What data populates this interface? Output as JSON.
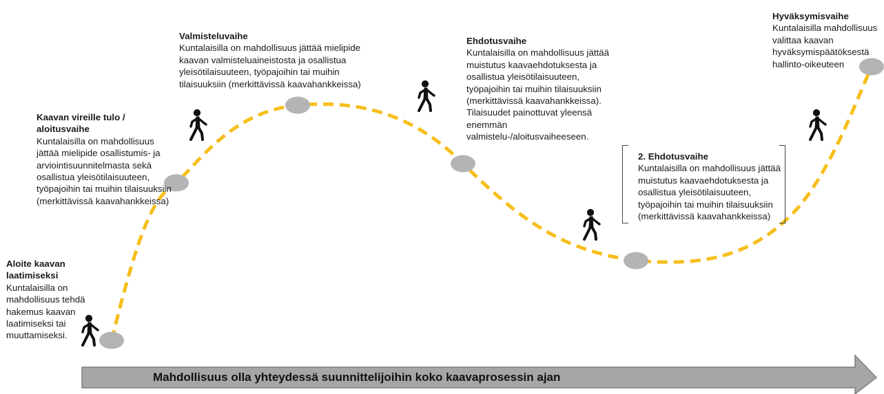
{
  "colors": {
    "path": "#F7BE1C",
    "milestone": "#B4B4B4",
    "arrow_fill": "#A6A6A6",
    "arrow_stroke": "#7F7F7F",
    "walker": "#111111"
  },
  "icons": {
    "milestone": "milestone-circle",
    "person": "walking-person-icon"
  },
  "phases": [
    {
      "title": "Aloite kaavan laatimiseksi",
      "description": "Kuntalaisilla on mahdollisuus tehdä hakemus kaavan laatimiseksi tai muuttamiseksi."
    },
    {
      "title": "Kaavan vireille tulo / aloitusvaihe",
      "description": "Kuntalaisilla on mahdollisuus jättää mielipide osallistumis- ja arviointisuunnitelmasta sekä osallistua yleisötilaisuuteen, työpajoihin tai muihin tilaisuuksiin (merkittävissä kaavahankkeissa)"
    },
    {
      "title": "Valmisteluvaihe",
      "description": "Kuntalaisilla on mahdollisuus jättää mielipide kaavan valmisteluaineistosta ja osallistua yleisötilaisuuteen, työpajoihin tai muihin tilaisuuksiin (merkittävissä kaavahankkeissa)"
    },
    {
      "title": "Ehdotusvaihe",
      "description": "Kuntalaisilla on mahdollisuus jättää muistutus kaavaehdotuksesta ja osallistua yleisötilaisuuteen, työpajoihin tai muihin tilaisuuksiin (merkittävissä kaavahankkeissa). Tilaisuudet painottuvat yleensä enemmän valmistelu-/aloitusvaiheeseen."
    },
    {
      "title": "2. Ehdotusvaihe",
      "description": "Kuntalaisilla on mahdollisuus jättää muistutus kaavaehdotuksesta ja osallistua yleisötilaisuuteen, työpajoihin tai muihin tilaisuuksiin (merkittävissä kaavahankkeissa)"
    },
    {
      "title": "Hyväksymisvaihe",
      "description": "Kuntalaisilla mahdollisuus valittaa kaavan hyväksymispäätöksestä hallinto-oikeuteen"
    }
  ],
  "arrow": {
    "label": "Mahdollisuus olla yhteydessä suunnittelijoihin koko kaavaprosessin ajan"
  }
}
